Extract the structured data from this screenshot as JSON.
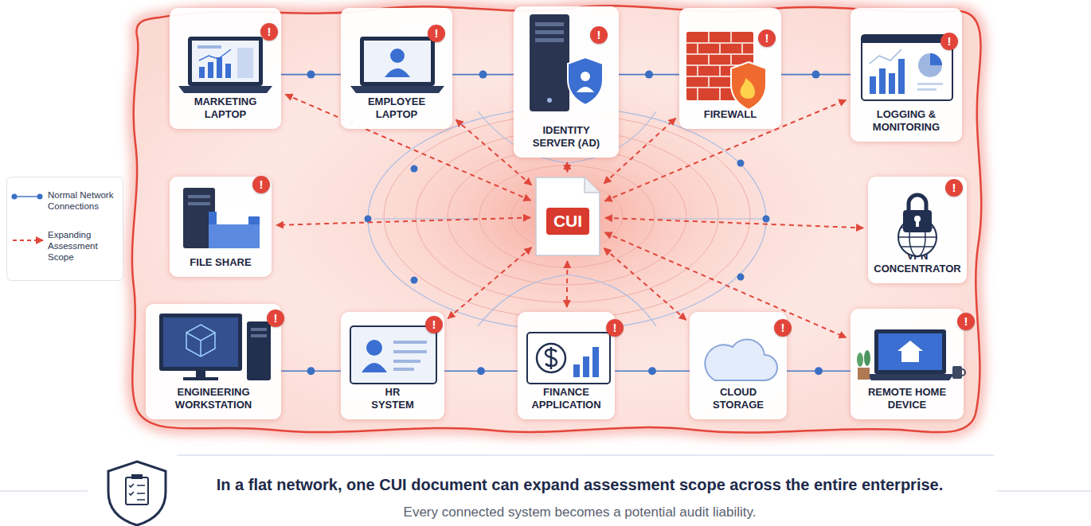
{
  "diagram": {
    "title": "In a flat network, one CUI document can expand assessment scope across the entire enterprise.",
    "caption": "Every connected system becomes a potential audit liability.",
    "nodes": [
      {
        "text": [
          "MARKETING LAPTOP"
        ]
      },
      {
        "text": [
          "EMPLOYEE LAPTOP"
        ]
      },
      {
        "text": [
          "IDENTITY SERVER (AD)"
        ]
      },
      {
        "text": [
          "FIREWALL"
        ]
      },
      {
        "text": [
          "LOGGING & MONITORING"
        ]
      },
      {
        "text": [
          "FILE SHARE"
        ]
      },
      {
        "text": [
          "CUI"
        ]
      },
      {
        "text": [
          "VPN CONCENTRATOR"
        ]
      },
      {
        "text": [
          "ENGINEERING WORKSTATION"
        ]
      },
      {
        "text": [
          "HR SYSTEM"
        ]
      },
      {
        "text": [
          "FINANCE APPLICATION"
        ]
      },
      {
        "text": [
          "CLOUD STORAGE"
        ]
      },
      {
        "text": [
          "REMOTE HOME DEVICE"
        ]
      }
    ],
    "edges": [
      {
        "from": 6,
        "to": 0,
        "arrow": "both"
      },
      {
        "from": 6,
        "to": 1,
        "arrow": "both"
      },
      {
        "from": 6,
        "to": 2,
        "arrow": "both"
      },
      {
        "from": 6,
        "to": 3,
        "arrow": "both"
      },
      {
        "from": 6,
        "to": 4,
        "arrow": "both"
      },
      {
        "from": 6,
        "to": 5,
        "arrow": "both"
      },
      {
        "from": 6,
        "to": 7,
        "arrow": "both"
      },
      {
        "from": 6,
        "to": 9,
        "arrow": "both"
      },
      {
        "from": 6,
        "to": 10,
        "arrow": "both"
      },
      {
        "from": 6,
        "to": 11,
        "arrow": "both"
      },
      {
        "from": 6,
        "to": 12,
        "arrow": "both"
      },
      {
        "from": 0,
        "to": 1,
        "arrow": "none"
      },
      {
        "from": 1,
        "to": 2,
        "arrow": "none"
      },
      {
        "from": 2,
        "to": 3,
        "arrow": "none"
      },
      {
        "from": 3,
        "to": 4,
        "arrow": "none"
      },
      {
        "from": 8,
        "to": 9,
        "arrow": "none"
      },
      {
        "from": 9,
        "to": 10,
        "arrow": "none"
      },
      {
        "from": 10,
        "to": 11,
        "arrow": "none"
      },
      {
        "from": 11,
        "to": 12,
        "arrow": "none"
      }
    ],
    "labels": [
      "!",
      "!",
      "!",
      "!",
      "!",
      "!",
      "!",
      "!",
      "!",
      "!",
      "!",
      "!"
    ],
    "legend": [
      {
        "text": "Normal Network Connections"
      },
      {
        "text": "Expanding Assessment Scope"
      }
    ]
  }
}
